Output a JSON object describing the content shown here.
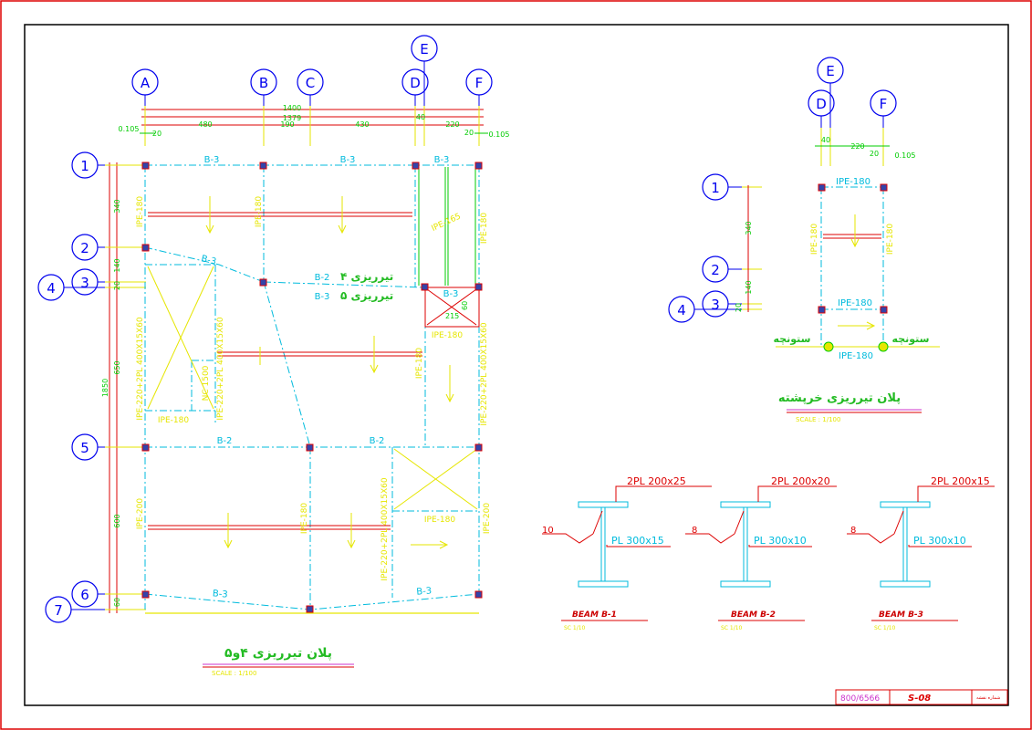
{
  "sheet": {
    "code": "800/6566",
    "number": "S-08",
    "corner_note": "شماره نقشه"
  },
  "main_plan": {
    "grid_x": [
      "A",
      "B",
      "C",
      "D",
      "E",
      "F"
    ],
    "grid_y": [
      "1",
      "2",
      "3",
      "4",
      "5",
      "6",
      "7"
    ],
    "dims_top": {
      "overall_1": "1400",
      "overall_2": "1379",
      "left_off": "0.105",
      "left_small": "20",
      "d_ab": "480",
      "d_bc": "190",
      "d_cd": "430",
      "d_de": "40",
      "d_ef": "220",
      "right_small": "20",
      "right_off": "0.105"
    },
    "dims_left": {
      "overall": "1850",
      "d12": "340",
      "d23": "140",
      "d34": "20",
      "d35": "650",
      "d56": "600",
      "d67": "60"
    },
    "beams": {
      "b3_a": "B-3",
      "b3_b": "B-3",
      "b3_c": "B-3",
      "b3_diag": "B-3",
      "b2_mid": "B-2",
      "b3_mid": "B-3",
      "b3_small": "B-3",
      "b2_l": "B-2",
      "b2_r": "B-2",
      "b3_bl": "B-3",
      "b3_br": "B-3"
    },
    "notes": {
      "level4": "تیرریزی ۴",
      "level5": "تیرریزی ۵",
      "dim215": "215",
      "dim60": "60"
    },
    "profiles": {
      "ipe180_1": "IPE-180",
      "ipe180_2": "IPE-180",
      "ipe180_3": "IPE-180",
      "ipe180_4": "IPE-180",
      "ipe180_5": "IPE-180",
      "ipe180_6": "IPE-180",
      "ipe180_7": "IPE-180",
      "ipe180_8": "IPE-180",
      "ipe200_1": "IPE-200",
      "ipe200_2": "IPE-200",
      "ipe220_1": "IPE-220+2PL 400X15X60",
      "ipe220_2": "IPE-220+2PL 400X15X60",
      "ipe220_3": "IPE-220+2PL 400X15X60",
      "ipe220_4": "IPE-220+2PL 400X15X60",
      "nc": "NC 1500",
      "ipe165": "IPE-165"
    },
    "title": "پلان تیرریزی ۴و۵",
    "scale": "SCALE : 1/100"
  },
  "roof_plan": {
    "grid_x": [
      "D",
      "E",
      "F"
    ],
    "grid_y": [
      "1",
      "2",
      "3",
      "4"
    ],
    "dims": {
      "d_de": "40",
      "d_ef": "220",
      "small": "20",
      "off": "0.105",
      "d12": "340",
      "d23": "140",
      "d34": "20"
    },
    "beams": {
      "top": "IPE-180",
      "mid": "IPE-180",
      "bottom": "IPE-180",
      "left": "IPE-180",
      "right": "IPE-180"
    },
    "stub_left": "ستونچه",
    "stub_right": "ستونچه",
    "title": "پلان تیرریزی خرپشته",
    "scale": "SCALE : 1/100"
  },
  "sections": [
    {
      "flange": "2PL 200x25",
      "web": "PL 300x15",
      "weld": "10",
      "title": "BEAM B-1",
      "scale": "SC 1/10"
    },
    {
      "flange": "2PL 200x20",
      "web": "PL 300x10",
      "weld": "8",
      "title": "BEAM B-2",
      "scale": "SC 1/10"
    },
    {
      "flange": "2PL 200x15",
      "web": "PL 300x10",
      "weld": "8",
      "title": "BEAM B-3",
      "scale": "SC 1/10"
    }
  ],
  "colors": {
    "grid_bubble": "#0000ee",
    "dimension": "#00cc00",
    "beam_cyan": "#00bbdd",
    "profile_yellow": "#e6e600",
    "red_member": "#dd0000",
    "border": "#000000",
    "outer_border": "#dd0000"
  }
}
